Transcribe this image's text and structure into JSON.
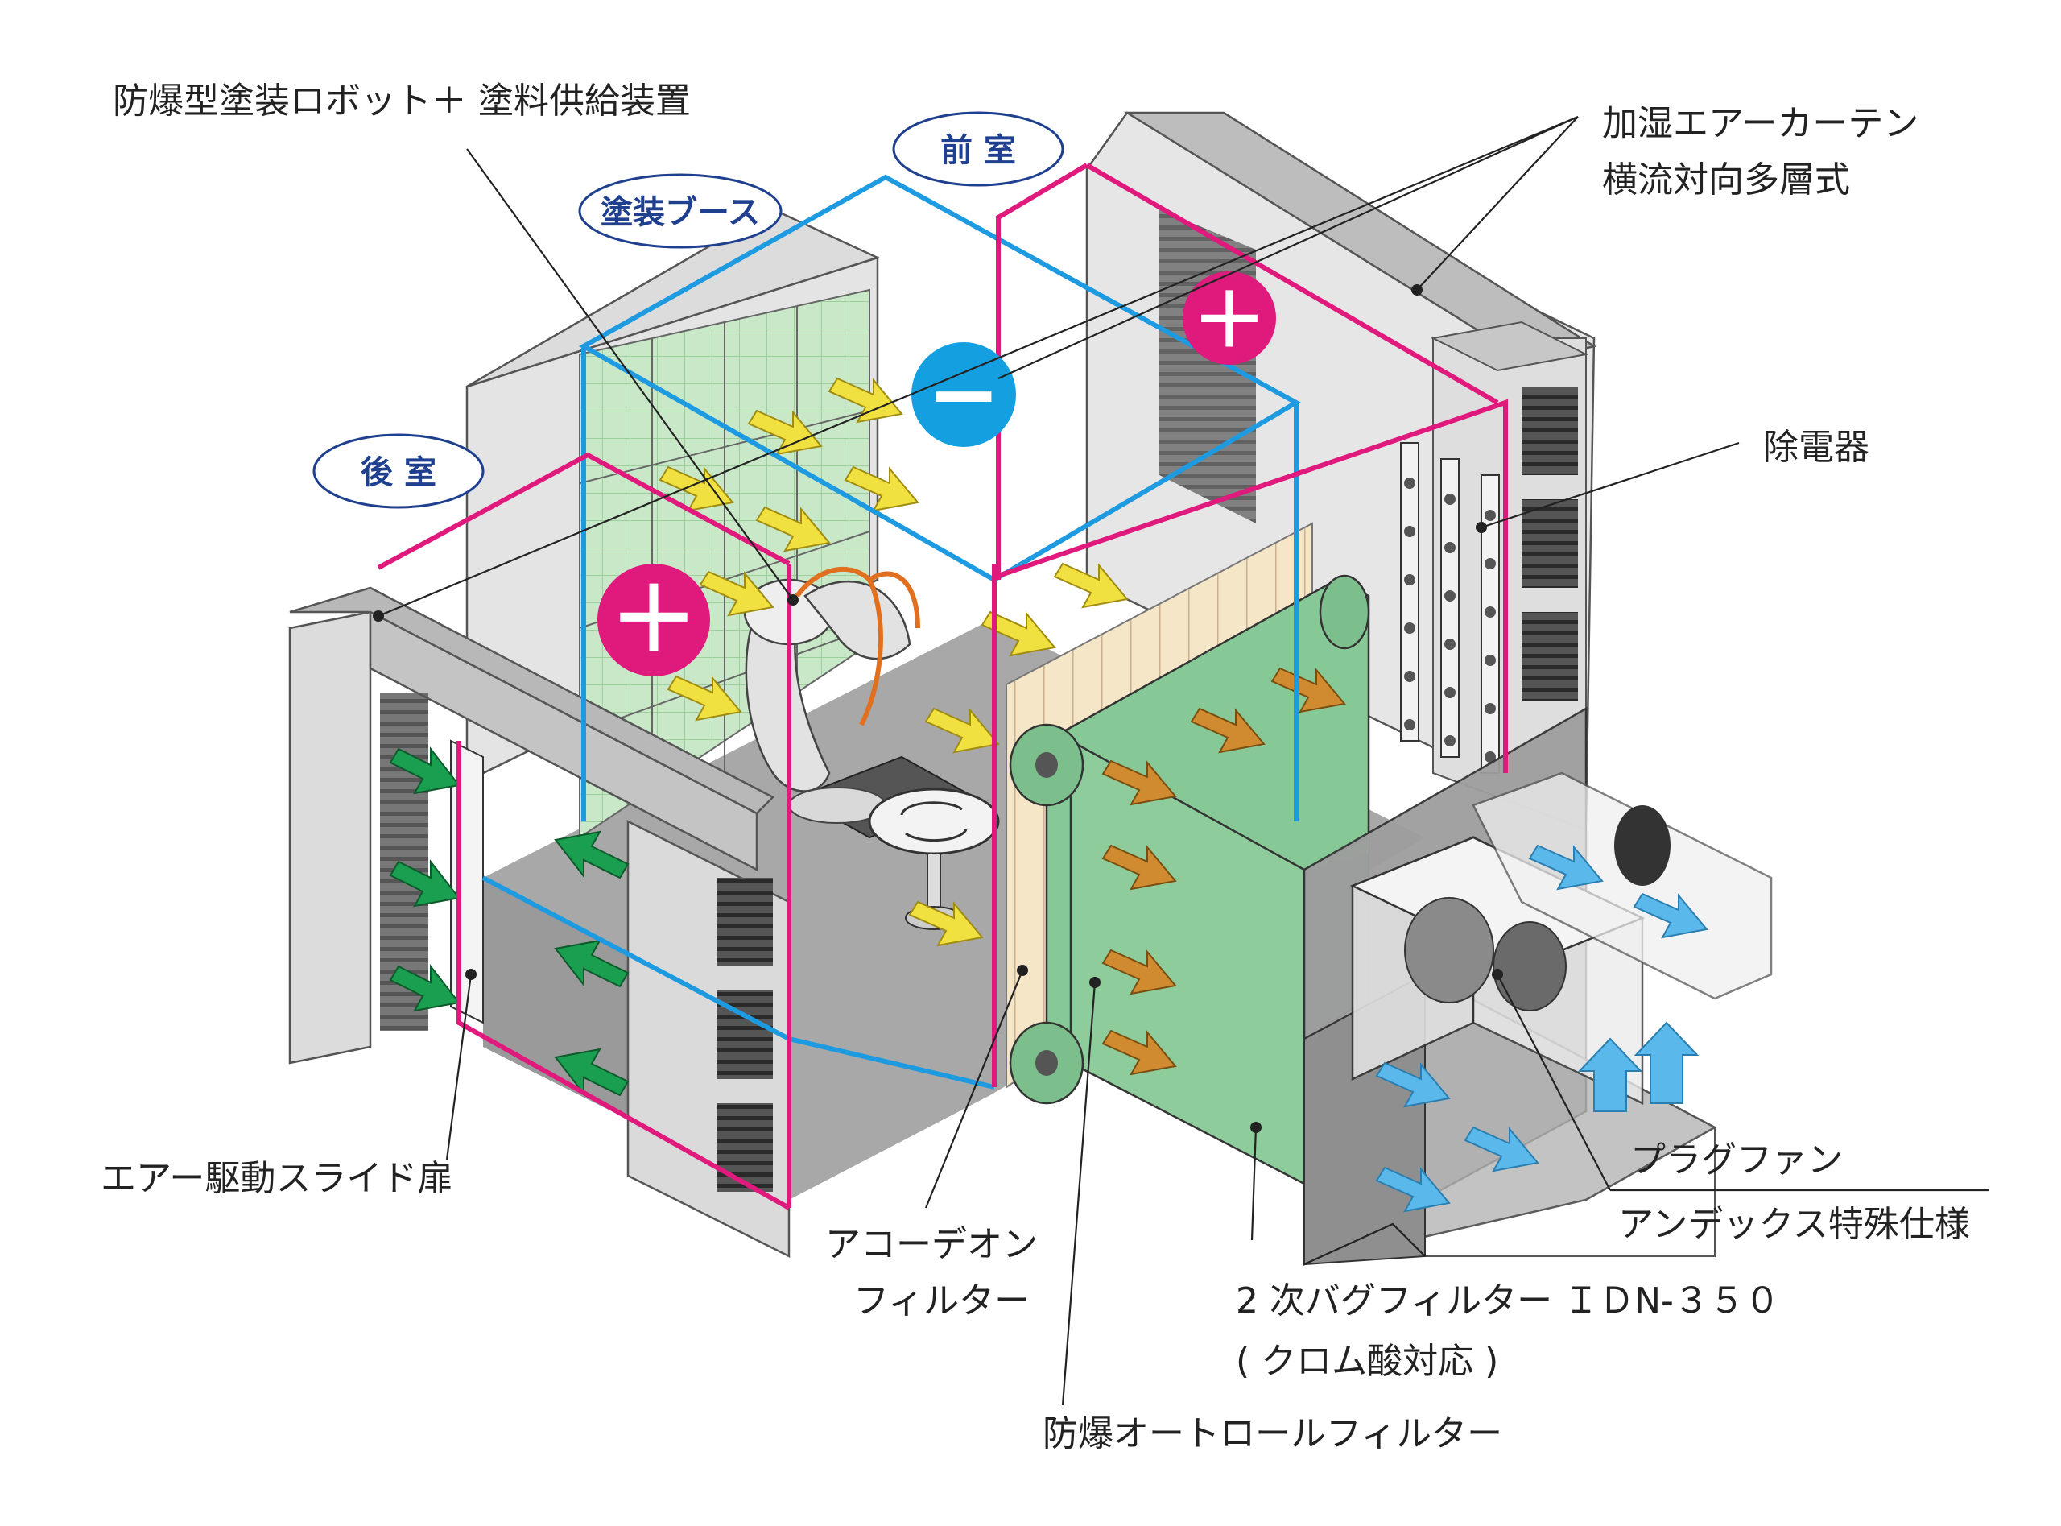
{
  "labels": {
    "robot": "防爆型塗装ロボット＋ 塗料供給装置",
    "curtain_line1": "加湿エアーカーテン",
    "curtain_line2": "横流対向多層式",
    "discharger": "除電器",
    "slide_door": "エアー駆動スライド扉",
    "accordion_line1": "アコーデオン",
    "accordion_line2": "フィルター",
    "bag_filter_line1": "2 次バグフィルター ＩＤN-３５０",
    "bag_filter_line2": "( クロム酸対応 )",
    "autoroll": "防爆オートロールフィルター",
    "plug_fan_line1": "プラグファン",
    "plug_fan_line2": "アンデックス特殊仕様"
  },
  "zones": {
    "front_room": "前 室",
    "booth": "塗装ブース",
    "rear_room": "後 室"
  },
  "pressure": {
    "negative": "−",
    "positive_rear": "＋",
    "positive_front": "＋"
  },
  "colors": {
    "booth_frame": "#1e9be0",
    "room_frame": "#e0197d",
    "positive": "#e0197d",
    "negative": "#14a0e0",
    "green_arrow": "#1a9e50",
    "yellow_arrow": "#f0e040",
    "orange_arrow": "#d08a30",
    "blue_arrow": "#5ab8ea",
    "filter_green": "#86c996",
    "accordion": "#f5e6c8",
    "panel_gray": "#d0d0d0",
    "floor_gray": "#a9a9a9",
    "oval_text": "#1f3f8f"
  },
  "icons": [
    "arrow-icon",
    "rotate-icon",
    "plus-icon",
    "minus-icon"
  ]
}
